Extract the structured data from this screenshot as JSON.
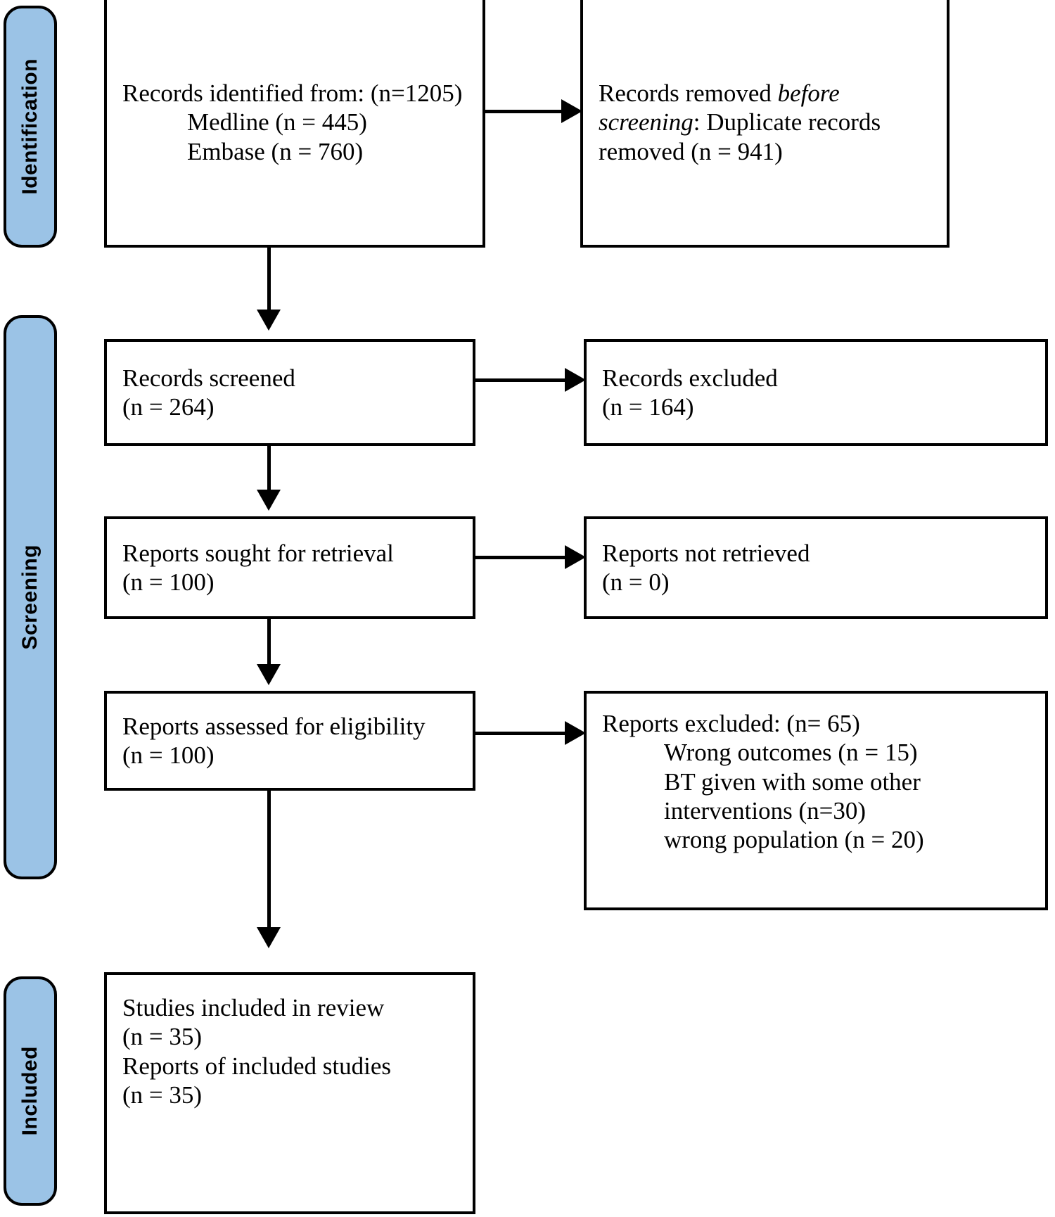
{
  "diagram": {
    "type": "PRISMA flow diagram",
    "accent_color": "#9BC3E6",
    "border_color": "#000000",
    "background_color": "#FFFFFF"
  },
  "stages": [
    {
      "key": "identification",
      "label": "Identification"
    },
    {
      "key": "screening",
      "label": "Screening"
    },
    {
      "key": "included",
      "label": "Included"
    }
  ],
  "boxes": {
    "records_identified": {
      "lines": [
        "Records identified from: (n=1205)",
        "Medline (n = 445)",
        "Embase (n = 760)"
      ]
    },
    "records_removed": {
      "pre": "Records removed ",
      "em": "before screening",
      "post": ": Duplicate records removed (n = 941)"
    },
    "records_screened": {
      "lines": [
        "Records screened",
        "(n = 264)"
      ]
    },
    "records_excluded": {
      "lines": [
        "Records excluded",
        "(n = 164)"
      ]
    },
    "reports_sought": {
      "lines": [
        "Reports sought for retrieval",
        "(n = 100)"
      ]
    },
    "reports_not_retrieved": {
      "lines": [
        "Reports not retrieved",
        "(n = 0)"
      ]
    },
    "reports_assessed": {
      "lines": [
        "Reports assessed for eligibility",
        "(n = 100)"
      ]
    },
    "reports_excluded": {
      "heading": "Reports excluded: (n= 65)",
      "reasons": [
        "Wrong outcomes (n = 15)",
        "BT given with some other",
        "interventions (n=30)",
        "wrong population (n = 20)"
      ]
    },
    "studies_included": {
      "lines": [
        "Studies included in review",
        "(n = 35)",
        "Reports of included studies",
        "(n = 35)"
      ]
    }
  },
  "counts": {
    "identified_total": 1205,
    "medline": 445,
    "embase": 760,
    "duplicates_removed": 941,
    "screened": 264,
    "excluded_at_screening": 164,
    "sought_for_retrieval": 100,
    "not_retrieved": 0,
    "assessed_for_eligibility": 100,
    "excluded_at_eligibility": 65,
    "wrong_outcomes": 15,
    "bt_with_other_interventions": 30,
    "wrong_population": 20,
    "studies_included": 35,
    "reports_of_included_studies": 35
  }
}
